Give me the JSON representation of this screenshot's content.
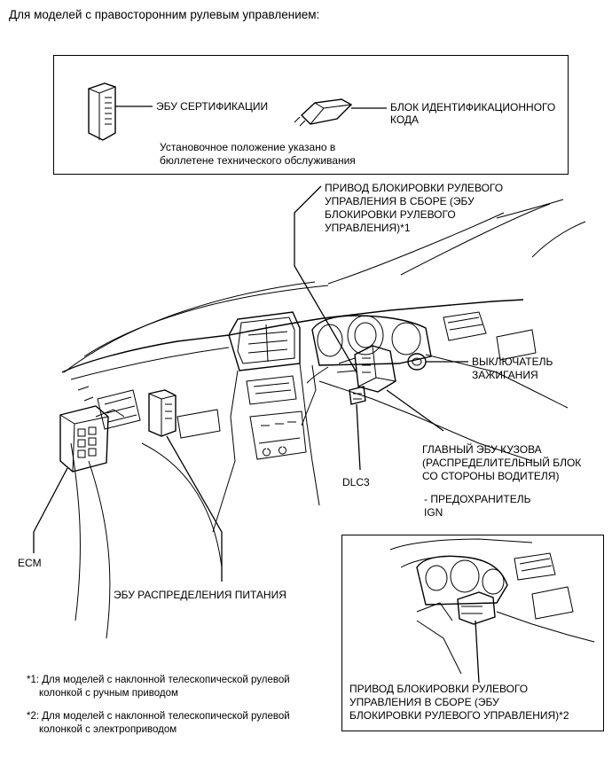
{
  "header": {
    "title": "Для моделей с правосторонним рулевым управлением:"
  },
  "top_panel": {
    "cert_ecu_label": "ЭБУ СЕРТИФИКАЦИИ",
    "id_box_label_line1": "БЛОК ИДЕНТИФИКАЦИОННОГО",
    "id_box_label_line2": "КОДА",
    "note_line1": "Установочное положение указано в",
    "note_line2": "бюллетене технического обслуживания"
  },
  "labels": {
    "steering_lock_line1": "ПРИВОД БЛОКИРОВКИ РУЛЕВОГО",
    "steering_lock_line2": "УПРАВЛЕНИЯ В СБОРЕ (ЭБУ",
    "steering_lock_line3": "БЛОКИРОВКИ РУЛЕВОГО",
    "steering_lock_line4": "УПРАВЛЕНИЯ)*1",
    "ignition_switch_line1": "ВЫКЛЮЧАТЕЛЬ",
    "ignition_switch_line2": "ЗАЖИГАНИЯ",
    "main_body_ecu_line1": "ГЛАВНЫЙ ЭБУ КУЗОВА",
    "main_body_ecu_line2": "(РАСПРЕДЕЛИТЕЛЬНЫЙ БЛОК",
    "main_body_ecu_line3": "СО СТОРОНЫ ВОДИТЕЛЯ)",
    "fuse_line1": "- ПРЕДОХРАНИТЕЛЬ",
    "fuse_line2": "IGN",
    "dlc3": "DLC3",
    "ecm": "ECM",
    "power_dist_ecu": "ЭБУ РАСПРЕДЕЛЕНИЯ ПИТАНИЯ"
  },
  "inset": {
    "label_line1": "ПРИВОД БЛОКИРОВКИ РУЛЕВОГО",
    "label_line2": "УПРАВЛЕНИЯ В СБОРЕ (ЭБУ",
    "label_line3": "БЛОКИРОВКИ РУЛЕВОГО УПРАВЛЕНИЯ)*2"
  },
  "footnotes": {
    "note1_line1": "*1: Для моделей с наклонной телескопической рулевой",
    "note1_line2": "колонкой с ручным приводом",
    "note2_line1": "*2: Для моделей с наклонной телескопической рулевой",
    "note2_line2": "колонкой с электроприводом"
  }
}
